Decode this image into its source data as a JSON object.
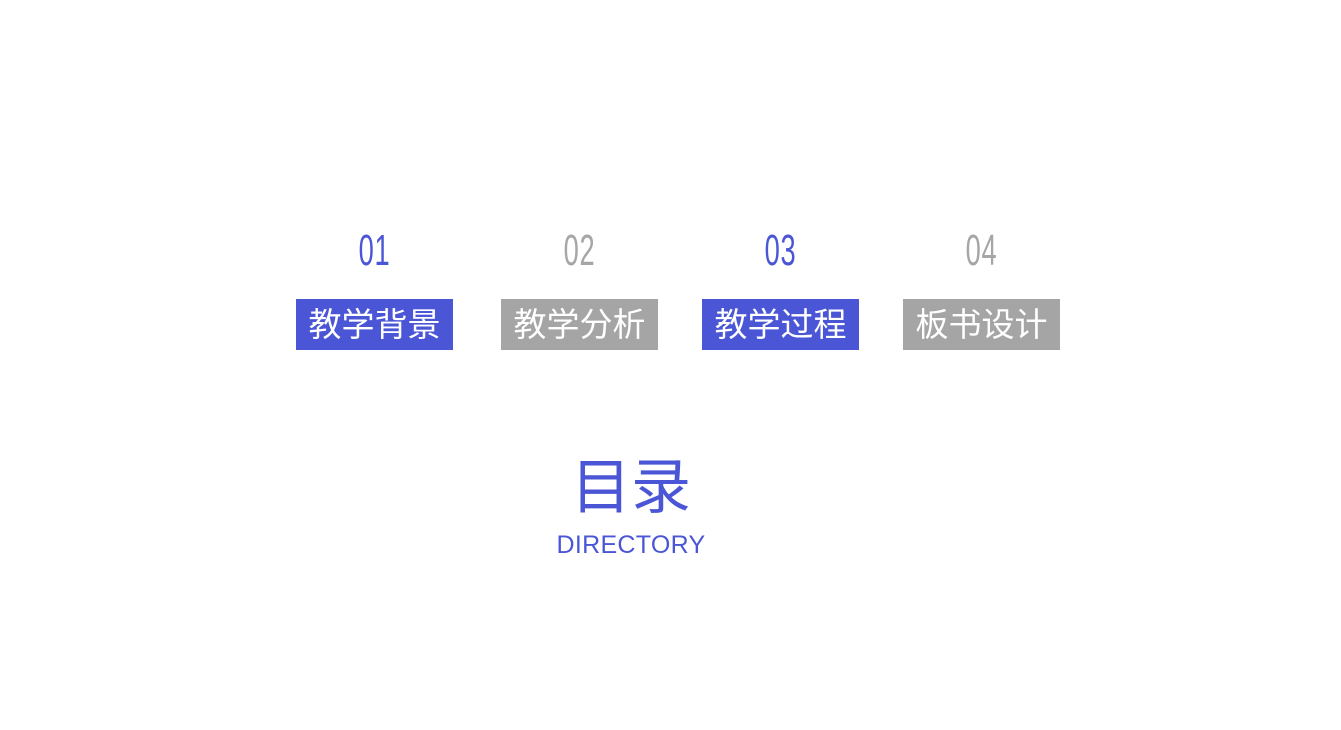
{
  "colors": {
    "accent_blue": "#4a56d6",
    "grey": "#a5a5a5",
    "background": "#ffffff",
    "label_text": "#ffffff"
  },
  "items": [
    {
      "number": "01",
      "label": "教学背景",
      "style": "blue"
    },
    {
      "number": "02",
      "label": "教学分析",
      "style": "grey"
    },
    {
      "number": "03",
      "label": "教学过程",
      "style": "blue"
    },
    {
      "number": "04",
      "label": "板书设计",
      "style": "grey"
    }
  ],
  "title": {
    "chinese": "目录",
    "english": "DIRECTORY"
  }
}
